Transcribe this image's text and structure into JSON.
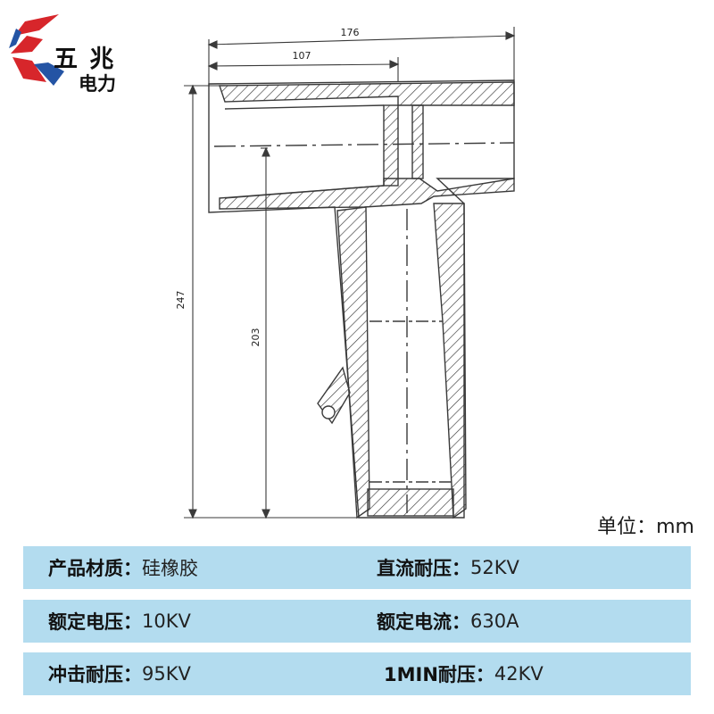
{
  "brand": {
    "line1": "五 兆",
    "line2": "电力",
    "colors": {
      "red": "#d7262b",
      "blue": "#2454a4",
      "text": "#111111"
    }
  },
  "drawing": {
    "dimensions": {
      "total_width": "176",
      "upper_width": "107",
      "total_height": "247",
      "inner_height": "203"
    }
  },
  "unit_label": "单位：mm",
  "specs": [
    {
      "left": {
        "label": "产品材质：",
        "value": "硅橡胶"
      },
      "right": {
        "label": "直流耐压：",
        "value": "52KV"
      }
    },
    {
      "left": {
        "label": "额定电压：",
        "value": "10KV"
      },
      "right": {
        "label": "额定电流：",
        "value": "630A"
      }
    },
    {
      "left": {
        "label": "冲击耐压：",
        "value": "95KV"
      },
      "right": {
        "label": "1MIN耐压：",
        "value": "42KV"
      }
    }
  ],
  "colors": {
    "row_bg": "#b3dcef",
    "line": "#3a3a3a"
  }
}
